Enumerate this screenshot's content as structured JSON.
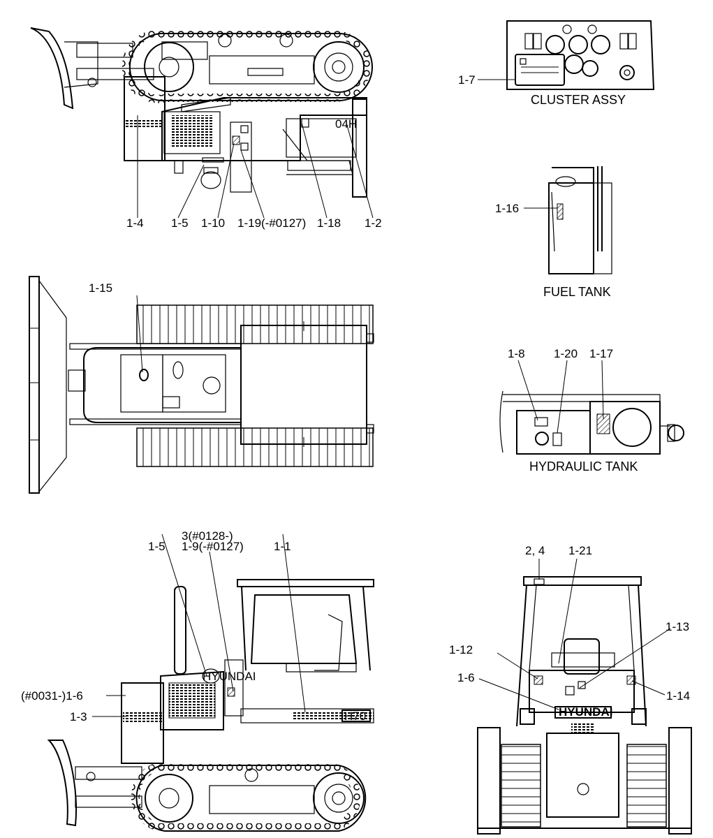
{
  "captions": {
    "cluster": "CLUSTER ASSY",
    "fuel": "FUEL TANK",
    "hydraulic": "HYDRAULIC TANK"
  },
  "labels": {
    "l_1_7": "1-7",
    "l_1_4": "1-4",
    "l_1_5_top": "1-5",
    "l_1_10": "1-10",
    "l_1_19": "1-19(-#0127)",
    "l_1_18": "1-18",
    "l_1_2": "1-2",
    "l_1_16": "1-16",
    "l_1_15": "1-15",
    "l_1_8": "1-8",
    "l_1_20": "1-20",
    "l_1_17": "1-17",
    "l_3": "3(#0128-)",
    "l_1_9": "1-9(-#0127)",
    "l_1_5_bot": "1-5",
    "l_1_1": "1-1",
    "l_1_6_left": "(#0031-)1-6",
    "l_1_3": "1-3",
    "l_2_4": "2, 4",
    "l_1_21": "1-21",
    "l_1_13": "1-13",
    "l_1_12": "1-12",
    "l_1_6_rear": "1-6",
    "l_1_14": "1-14"
  },
  "markings": {
    "model_top": "04H",
    "model_bottom": "H70",
    "brand_side": "HYUNDAI",
    "brand_rear": "HYUNDAI"
  }
}
